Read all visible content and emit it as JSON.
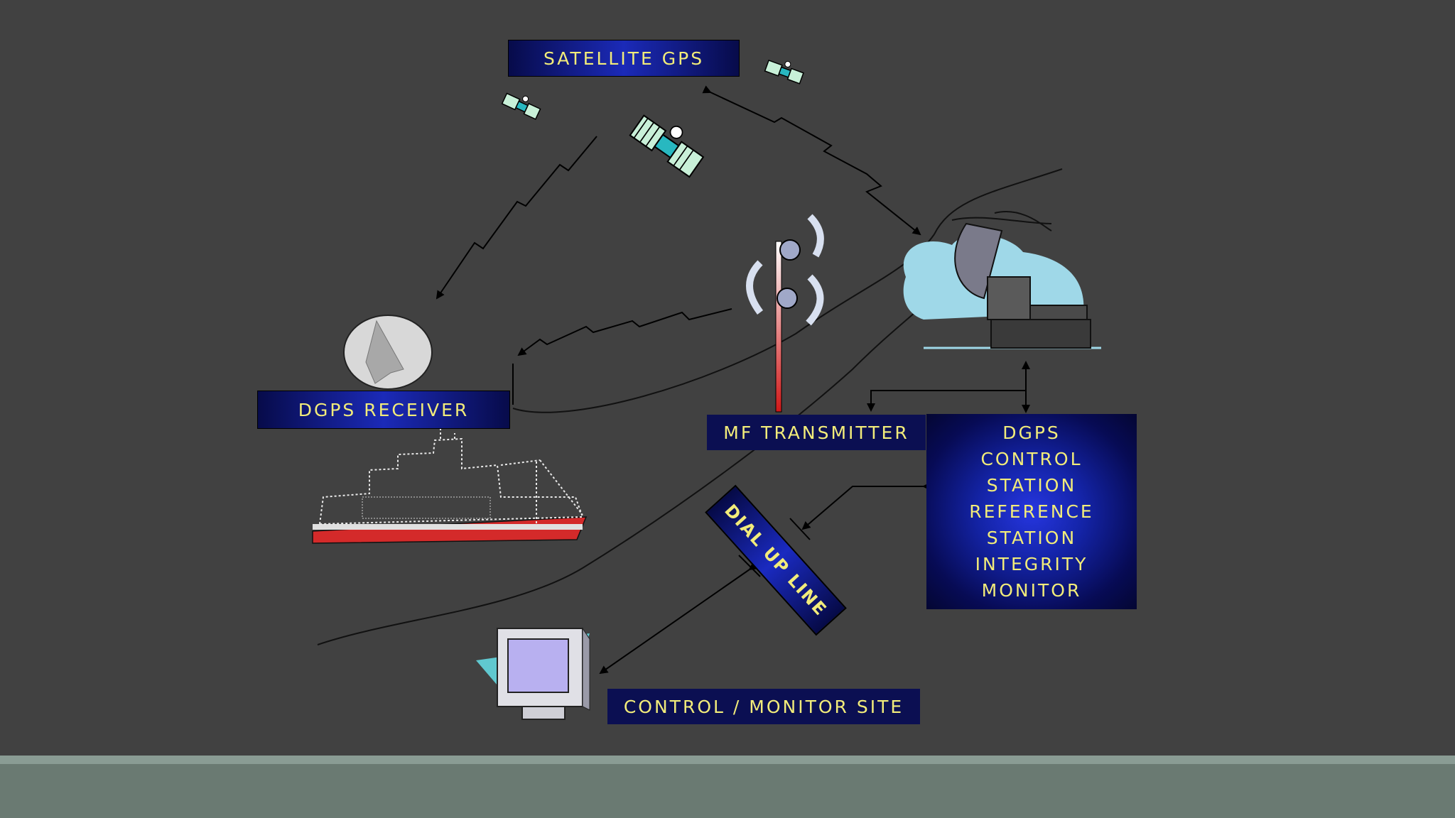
{
  "labels": {
    "satellite": "SATELLITE GPS",
    "receiver": "DGPS RECEIVER",
    "transmitter": "MF TRANSMITTER",
    "control_site": "CONTROL / MONITOR SITE",
    "dial_up": "DIAL UP LINE",
    "station": [
      "DGPS",
      "CONTROL",
      "STATION",
      "REFERENCE",
      "STATION",
      "INTEGRITY",
      "MONITOR"
    ]
  },
  "colors": {
    "background": "#414141",
    "label_text": "#f2ec7a",
    "label_fill": "#0b0f52",
    "banner_highlight": "#1b2ab8",
    "ship_hull": "#d42a2a",
    "footer": "#6a7a72"
  },
  "icons": [
    "satellite-icon",
    "dgps-receiver-antenna-icon",
    "ship-icon",
    "radio-tower-icon",
    "satellite-dish-icon",
    "computer-monitor-icon"
  ]
}
